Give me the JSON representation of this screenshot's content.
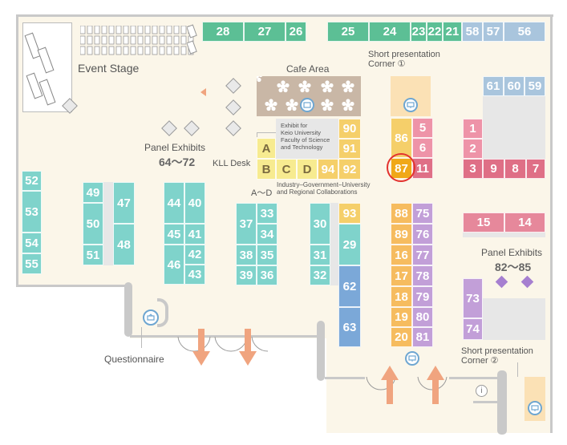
{
  "top_row": [
    {
      "label": "28",
      "color": "green"
    },
    {
      "label": "27",
      "color": "green"
    },
    {
      "label": "26",
      "color": "green"
    },
    {
      "label": "25",
      "color": "green"
    },
    {
      "label": "24",
      "color": "green"
    },
    {
      "label": "23",
      "color": "green"
    },
    {
      "label": "22",
      "color": "green"
    },
    {
      "label": "21",
      "color": "green"
    },
    {
      "label": "58",
      "color": "lblue"
    },
    {
      "label": "57",
      "color": "lblue"
    },
    {
      "label": "56",
      "color": "lblue"
    }
  ],
  "labels": {
    "event_stage": "Event Stage",
    "cafe_area": "Cafe Area",
    "short_corner_1": "Short presentation\nCorner ①",
    "short_corner_2": "Short presentation\nCorner ②",
    "panel_exhibits_left_title": "Panel Exhibits",
    "panel_exhibits_left_range": "64～72",
    "panel_exhibits_right_title": "Panel Exhibits",
    "panel_exhibits_right_range": "82～85",
    "kll_desk": "KLL Desk",
    "keio_exhibit": "Exhibit for\nKeio University\nFaculty of Science\nand Technology",
    "a_d": "A～D",
    "industry": "Industry–Government–University\nand Regional Collaborations",
    "questionnaire": "Questionnaire"
  },
  "booths": {
    "b52": "52",
    "b53": "53",
    "b54": "54",
    "b55": "55",
    "b49": "49",
    "b50": "50",
    "b51": "51",
    "b47": "47",
    "b48": "48",
    "b44": "44",
    "b40": "40",
    "b45": "45",
    "b41": "41",
    "b46": "46",
    "b42": "42",
    "b43": "43",
    "b37": "37",
    "b33": "33",
    "b34": "34",
    "b38": "38",
    "b35": "35",
    "b39": "39",
    "b36": "36",
    "b30": "30",
    "b31": "31",
    "b32": "32",
    "b93": "93",
    "b29": "29",
    "b62": "62",
    "b63": "63",
    "b90": "90",
    "b91": "91",
    "b92": "92",
    "b94": "94",
    "bA": "A",
    "bB": "B",
    "bC": "C",
    "bD": "D",
    "b86": "86",
    "b87": "87",
    "b5": "5",
    "b6": "6",
    "b11": "11",
    "b88": "88",
    "b89": "89",
    "b16": "16",
    "b17": "17",
    "b18": "18",
    "b19": "19",
    "b20": "20",
    "b75": "75",
    "b76": "76",
    "b77": "77",
    "b78": "78",
    "b79": "79",
    "b80": "80",
    "b81": "81",
    "b1": "1",
    "b2": "2",
    "b3": "3",
    "b9": "9",
    "b8": "8",
    "b7": "7",
    "b15": "15",
    "b14": "14",
    "b61": "61",
    "b60": "60",
    "b59": "59",
    "b73": "73",
    "b74": "74"
  },
  "highlight_booth": "87"
}
